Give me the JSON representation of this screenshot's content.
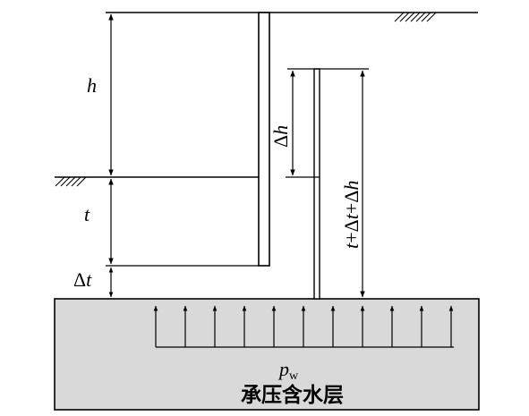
{
  "labels": {
    "h": "h",
    "t": "t",
    "delta_symbol": "Δ",
    "delta_t_var": "t",
    "delta_h_var": "h",
    "combined": {
      "t1": "t",
      "plus1": "+",
      "delta1": "Δ",
      "t2": "t",
      "plus2": "+",
      "delta2": "Δ",
      "h": "h"
    },
    "pressure_main": "p",
    "pressure_sub": "w",
    "aquifer_name": "承压含水层"
  },
  "colors": {
    "aquifer_fill": "#d9d9d9",
    "line": "#000000"
  }
}
